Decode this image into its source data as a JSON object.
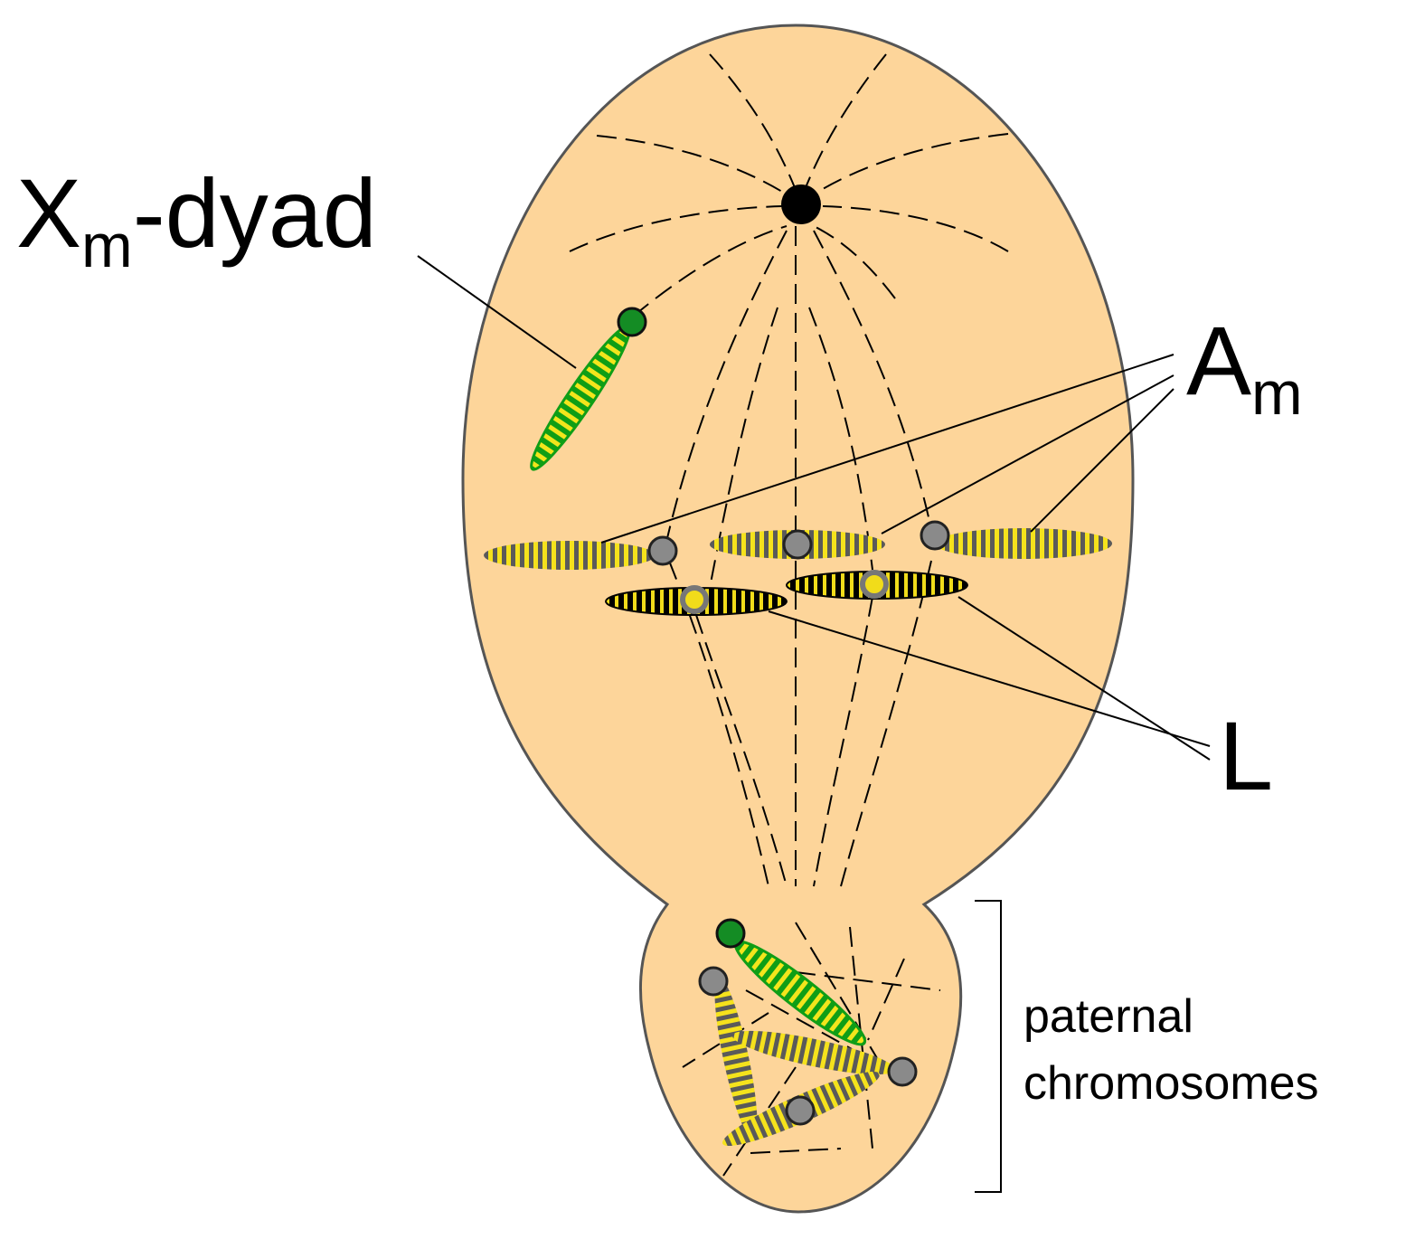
{
  "colors": {
    "cell_fill": "#fdd59a",
    "cell_stroke": "#555555",
    "x_chromosome": "#0f9e16",
    "x_centromere": "#148c24",
    "autosome": "#f5e21c",
    "centromere": "#8a8a8a",
    "l_chromosome": "#f1dc1a",
    "stripe_dark": "#000000",
    "spindle_pole": "#000000"
  },
  "labels": {
    "x_main": "X",
    "x_sub": "m",
    "x_suffix": "-dyad",
    "a_main": "A",
    "a_sub": "m",
    "l": "L",
    "paternal_line1": "paternal",
    "paternal_line2": "chromosomes"
  }
}
